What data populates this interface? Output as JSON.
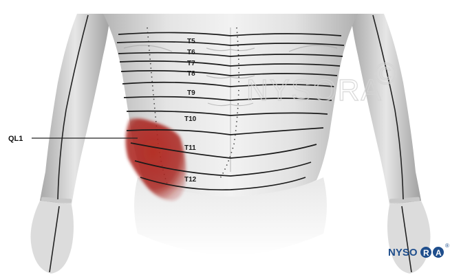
{
  "diagram": {
    "block_label": "QL1",
    "dermatomes": [
      "T5",
      "T6",
      "T7",
      "T8",
      "T9",
      "T10",
      "T11",
      "T12"
    ],
    "watermark_text": "NYSORA",
    "watermark_symbol": "©",
    "logo": {
      "prefix": "NYSO",
      "letters_in_circles": [
        "R",
        "A"
      ],
      "registered": "®"
    }
  },
  "colors": {
    "block_zone": "#a8251e",
    "logo_blue": "#1f4e8c",
    "skin_light": "#eeeeee",
    "skin_shadow": "#9a9a9a"
  }
}
